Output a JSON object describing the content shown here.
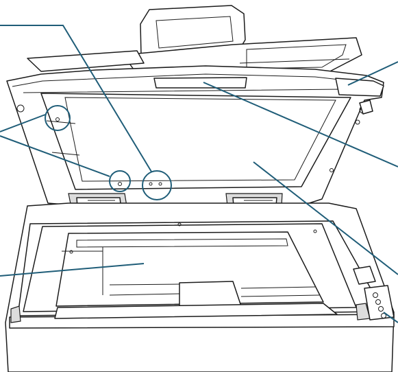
{
  "figure": {
    "subject": "flatbed-scanner-with-document-cover-open",
    "callouts": [
      {
        "id": "pad-marker-1",
        "kind": "circled-mark"
      },
      {
        "id": "pad-marker-2",
        "kind": "circled-mark"
      },
      {
        "id": "pad-marker-3",
        "kind": "circled-mark"
      },
      {
        "id": "adf-front-cover",
        "kind": "pointer"
      },
      {
        "id": "document-pad-sheet",
        "kind": "pointer"
      },
      {
        "id": "pad-holder-strip",
        "kind": "pointer"
      },
      {
        "id": "flatbed-glass",
        "kind": "pointer"
      },
      {
        "id": "control-panel",
        "kind": "pointer"
      }
    ]
  },
  "colors": {
    "outline": "#1b1b1b",
    "callout": "#1f5d78",
    "fill": "#ffffff",
    "shade": "#dcdcdc"
  }
}
